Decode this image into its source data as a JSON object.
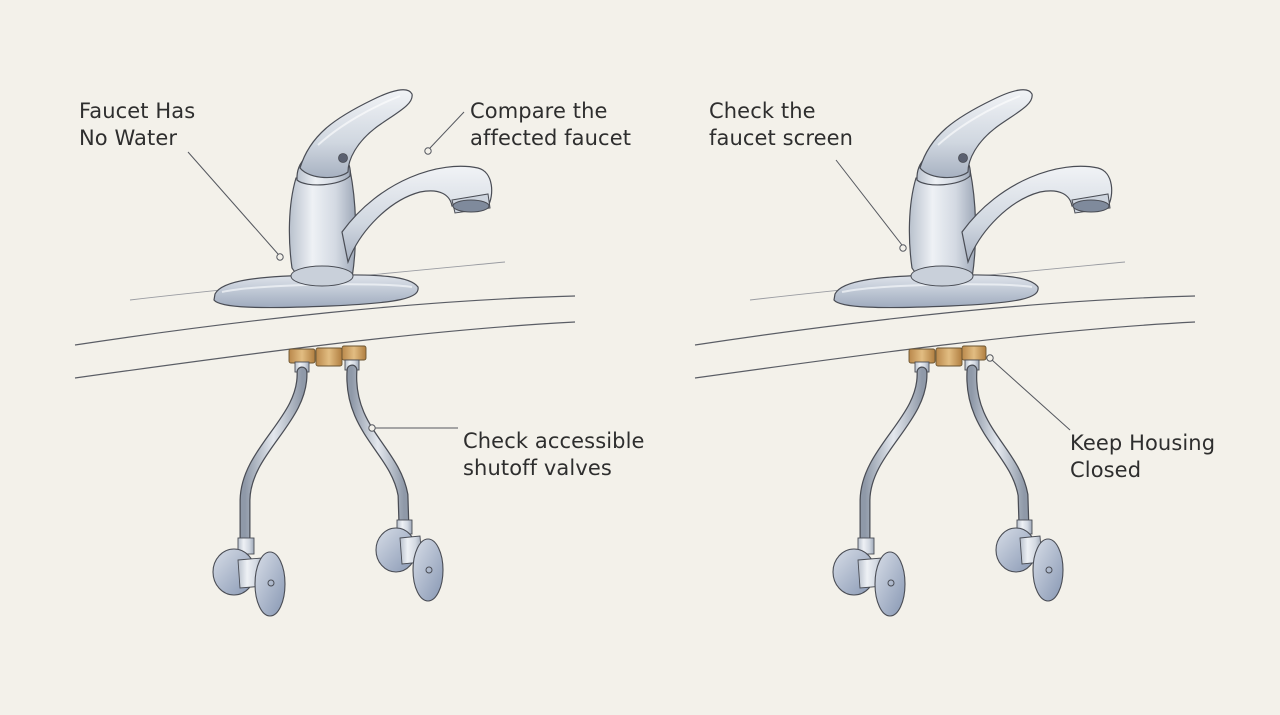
{
  "labels": {
    "faucet_no_water": [
      "Faucet Has",
      "No Water"
    ],
    "compare_faucet": [
      "Compare the",
      "affected faucet"
    ],
    "check_shutoff": [
      "Check accessible",
      "shutoff valves"
    ],
    "check_screen": [
      "Check the",
      "faucet screen"
    ],
    "keep_housing": [
      "Keep Housing",
      "Closed"
    ]
  },
  "colors": {
    "background": "#f3f1ea",
    "ink": "#4a4d55",
    "chrome_light": "#e9edf2",
    "chrome_mid": "#c3cad5",
    "chrome_dark": "#8f9aab",
    "valve_blue": "#9aa9c2",
    "brass": "#d3a86a",
    "text": "#2e2e2e"
  }
}
